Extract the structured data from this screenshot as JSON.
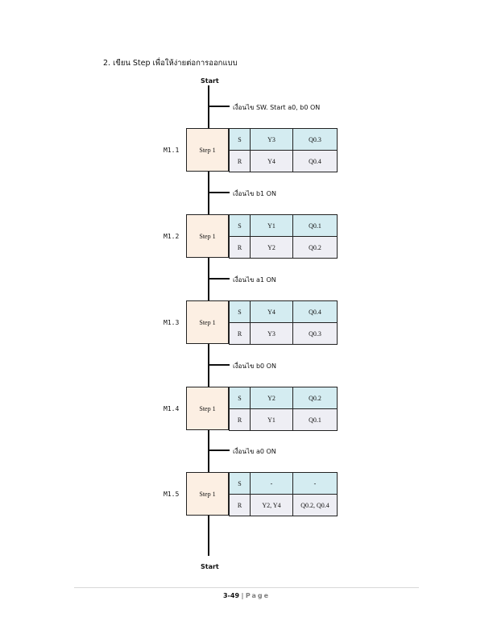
{
  "heading": "2. เขียน Step เพื่อให้ง่ายต่อการออกแบบ",
  "start_top": "Start",
  "start_bottom": "Start",
  "conditions": [
    "เงื่อนไข SW. Start a0, b0 ON",
    "เงื่อนไข b1 ON",
    "เงื่อนไข a1 ON",
    "เงื่อนไข b0 ON",
    "เงื่อนไข a0 ON"
  ],
  "steps": [
    {
      "label": "M1.1",
      "step": "Step 1",
      "s": [
        "S",
        "Y3",
        "Q0.3"
      ],
      "r": [
        "R",
        "Y4",
        "Q0.4"
      ]
    },
    {
      "label": "M1.2",
      "step": "Step 1",
      "s": [
        "S",
        "Y1",
        "Q0.1"
      ],
      "r": [
        "R",
        "Y2",
        "Q0.2"
      ]
    },
    {
      "label": "M1.3",
      "step": "Step 1",
      "s": [
        "S",
        "Y4",
        "Q0.4"
      ],
      "r": [
        "R",
        "Y3",
        "Q0.3"
      ]
    },
    {
      "label": "M1.4",
      "step": "Step 1",
      "s": [
        "S",
        "Y2",
        "Q0.2"
      ],
      "r": [
        "R",
        "Y1",
        "Q0.1"
      ]
    },
    {
      "label": "M1.5",
      "step": "Step 1",
      "s": [
        "S",
        "-",
        "-"
      ],
      "r": [
        "R",
        "Y2, Y4",
        "Q0.2, Q0.4"
      ]
    }
  ],
  "footer": {
    "page": "3-49",
    "sep": "|",
    "word": "Page"
  }
}
